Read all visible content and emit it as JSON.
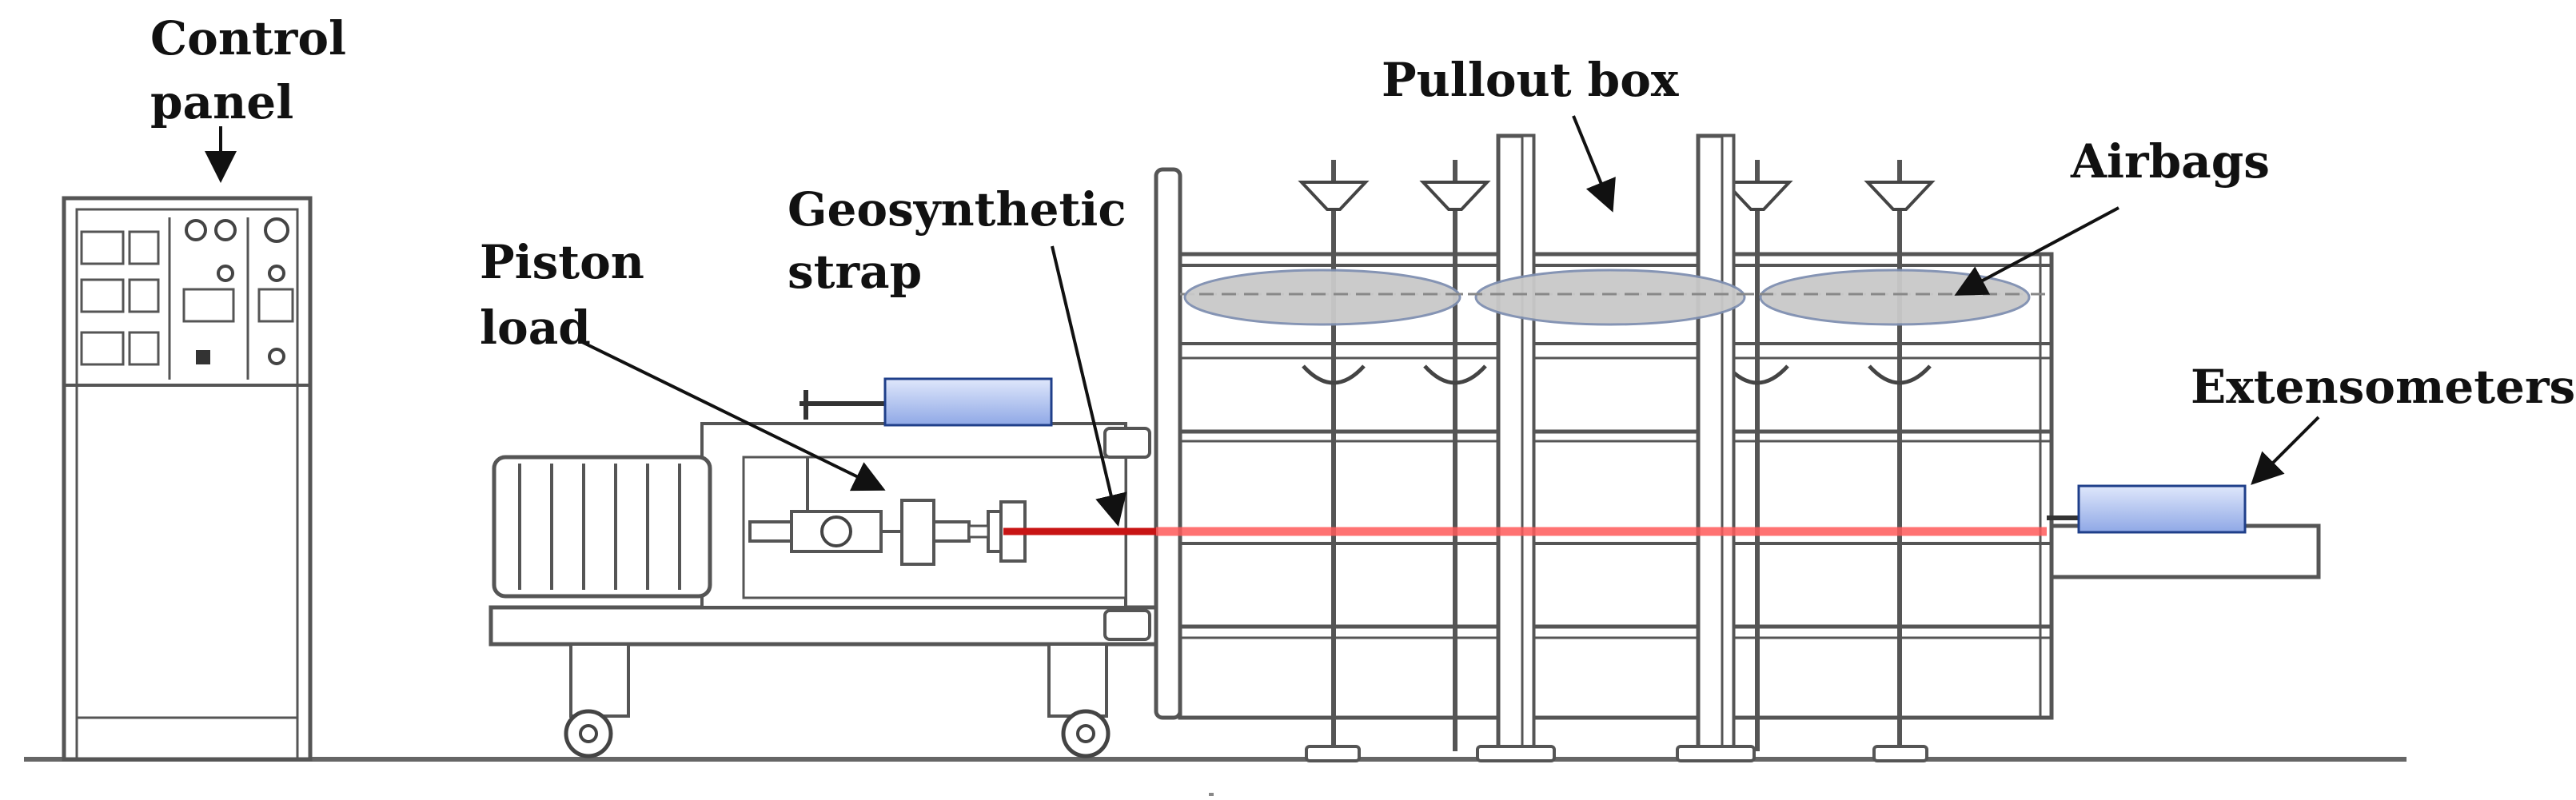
{
  "labels": {
    "control_panel_line1": "Control",
    "control_panel_line2": "panel",
    "pullout_box": "Pullout box",
    "airbags": "Airbags",
    "geosynthetic_line1": "Geosynthetic",
    "geosynthetic_line2": "strap",
    "piston_line1": "Piston",
    "piston_line2": "load",
    "extensometers": "Extensometers"
  },
  "colors": {
    "strap": "#ff5a5a",
    "extensometer_fill": "#b9c9f2",
    "extensometer_border": "#1f3f8a",
    "airbag_fill": "#c9c9c9",
    "outline": "#555555"
  }
}
